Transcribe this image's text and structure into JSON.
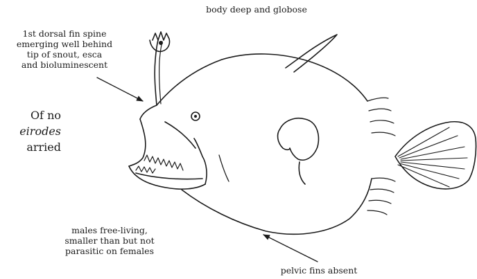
{
  "labels": {
    "body": "body deep and globose",
    "spine": "1st dorsal fin spine\nemerging well behind\ntip of snout, esca\nand bioluminescent",
    "males": "males free-living,\nsmaller than but not\nparasitic on females",
    "pelvic": "pelvic fins absent"
  },
  "edge_text": {
    "line1": "Of no",
    "line2": "eirodes",
    "line3": "arried"
  },
  "colors": {
    "ink": "#1a1a1a",
    "background": "#ffffff"
  }
}
